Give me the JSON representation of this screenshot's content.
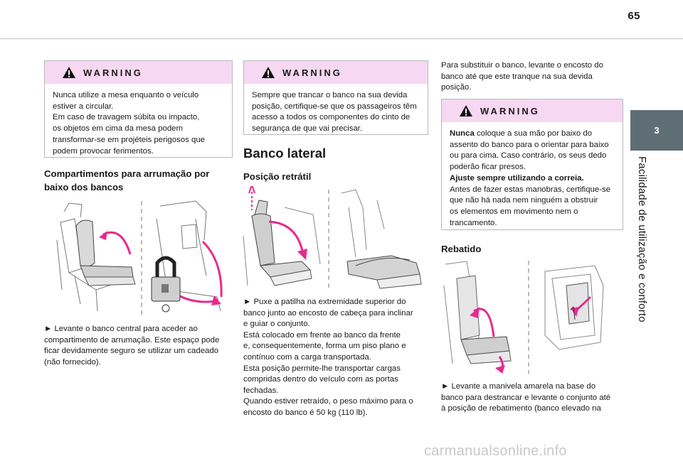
{
  "page_number": "65",
  "chapter": {
    "number": "3",
    "title": "Facilidade de utilização e conforto"
  },
  "warning_1": {
    "label": "WARNING",
    "lines": [
      "Nunca utilize a mesa enquanto o veículo",
      "estiver a circular.",
      "Em caso de travagem súbita ou impacto,",
      "os objetos em cima da mesa podem",
      "transformar-se em projéteis perigosos que",
      "podem provocar ferimentos."
    ]
  },
  "storage": {
    "heading_lines": [
      "Compartimentos para arrumação por",
      "baixo dos bancos"
    ],
    "body_lines": [
      "► Levante o banco central para aceder ao",
      "compartimento de arrumação. Este espaço pode",
      "ficar devidamente seguro se utilizar um cadeado",
      "(não fornecido)."
    ]
  },
  "warning_2": {
    "label": "WARNING",
    "lines": [
      "Sempre que trancar o banco na sua devida",
      "posição, certifique-se que os passageiros têm",
      "acesso a todos os componentes do cinto de",
      "segurança de que vai precisar."
    ]
  },
  "side_seat": {
    "title": "Banco lateral",
    "subheading": "Posição retrátil",
    "body_lines": [
      "► Puxe a patilha na extremidade superior do",
      "banco junto ao encosto de cabeça para inclinar",
      "e guiar o conjunto.",
      "Está colocado em frente ao banco da frente",
      "e, consequentemente, forma um piso plano e",
      "contínuo com a carga transportada.",
      "Esta posição permite-lhe transportar cargas",
      "compridas dentro do veículo com as portas",
      "fechadas.",
      "Quando estiver retraído, o peso máximo para o",
      "encosto do banco é 50 kg (110 lb)."
    ]
  },
  "replace": {
    "lines": [
      "Para substituir o banco, levante o encosto do",
      "banco até que este tranque na sua devida",
      "posição."
    ]
  },
  "warning_3": {
    "label": "WARNING",
    "l1_bold": "Nunca",
    "l1_rest": " coloque a sua mão por baixo do",
    "lines_a": [
      "assento do banco para o orientar para baixo",
      "ou para cima. Caso contrário, os seus dedo",
      "poderão ficar presos."
    ],
    "bold_line": "Ajuste sempre utilizando a correia.",
    "lines_b": [
      "Antes de fazer estas manobras, certifique-se",
      "que não há nada nem ninguém a obstruir",
      "os elementos em movimento nem o",
      "trancamento."
    ]
  },
  "folding": {
    "heading": "Rebatido",
    "body_lines": [
      "► Levante a manivela amarela na base do",
      "banco para destrancar e levante o conjunto até",
      "à posição de rebatimento (banco elevado na"
    ]
  },
  "watermark": "carmanualsonline.info",
  "colors": {
    "accent_magenta": "#e8298f",
    "warning_header": "#f7d8f3",
    "chapter_tab": "#5f6e74"
  }
}
